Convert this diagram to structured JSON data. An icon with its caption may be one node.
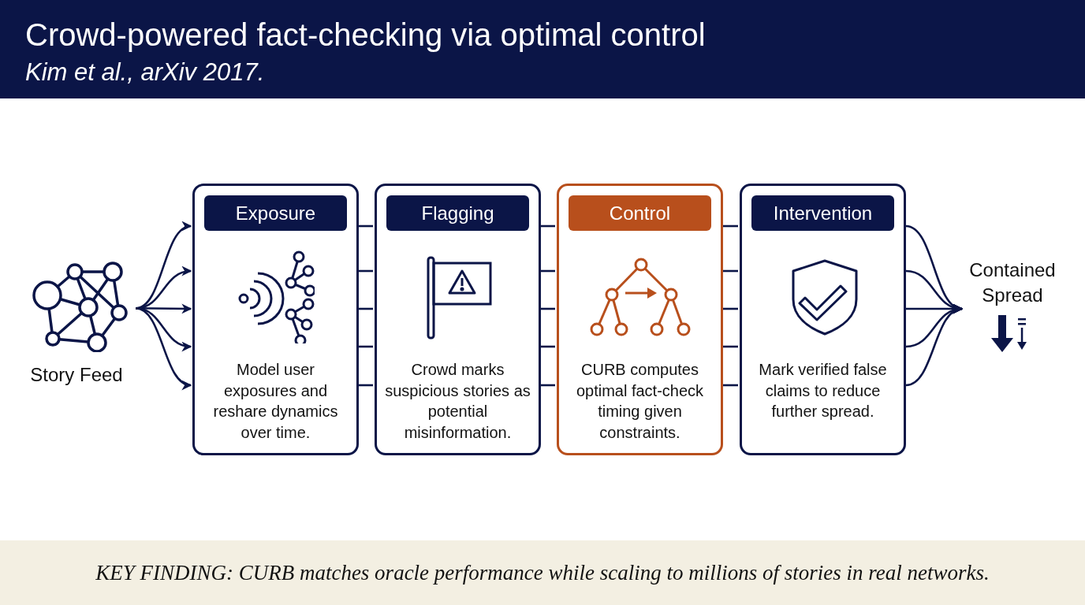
{
  "diagram": {
    "title": "Crowd-powered fact-checking via optimal control",
    "caption": "KEY FINDING: CURB matches oracle performance while scaling to millions of stories in real networks.",
    "labels": [
      "Kim et al., arXiv 2017."
    ],
    "nodes": [
      {
        "text": [
          "Story Feed"
        ]
      },
      {
        "text": [
          "Exposure",
          "Model user exposures and reshare dynamics over time."
        ]
      },
      {
        "text": [
          "Flagging",
          "Crowd marks suspicious stories as potential misinformation."
        ]
      },
      {
        "text": [
          "Control",
          "CURB computes optimal fact-check timing given constraints."
        ]
      },
      {
        "text": [
          "Intervention",
          "Mark verified false claims to reduce further spread."
        ]
      },
      {
        "text": [
          "Contained Spread"
        ]
      }
    ],
    "edges": [
      {
        "from": 0,
        "to": 1,
        "arrow": "to"
      },
      {
        "from": 0,
        "to": 1,
        "arrow": "to"
      },
      {
        "from": 0,
        "to": 1,
        "arrow": "to"
      },
      {
        "from": 0,
        "to": 1,
        "arrow": "to"
      },
      {
        "from": 0,
        "to": 1,
        "arrow": "to"
      },
      {
        "from": 1,
        "to": 2,
        "arrow": "none"
      },
      {
        "from": 1,
        "to": 2,
        "arrow": "none"
      },
      {
        "from": 1,
        "to": 2,
        "arrow": "none"
      },
      {
        "from": 1,
        "to": 2,
        "arrow": "none"
      },
      {
        "from": 1,
        "to": 2,
        "arrow": "none"
      },
      {
        "from": 2,
        "to": 3,
        "arrow": "none"
      },
      {
        "from": 2,
        "to": 3,
        "arrow": "none"
      },
      {
        "from": 2,
        "to": 3,
        "arrow": "none"
      },
      {
        "from": 2,
        "to": 3,
        "arrow": "none"
      },
      {
        "from": 2,
        "to": 3,
        "arrow": "none"
      },
      {
        "from": 3,
        "to": 4,
        "arrow": "none"
      },
      {
        "from": 3,
        "to": 4,
        "arrow": "none"
      },
      {
        "from": 3,
        "to": 4,
        "arrow": "none"
      },
      {
        "from": 3,
        "to": 4,
        "arrow": "none"
      },
      {
        "from": 3,
        "to": 4,
        "arrow": "none"
      },
      {
        "from": 4,
        "to": 5,
        "arrow": "to"
      },
      {
        "from": 4,
        "to": 5,
        "arrow": "to"
      },
      {
        "from": 4,
        "to": 5,
        "arrow": "to"
      },
      {
        "from": 4,
        "to": 5,
        "arrow": "to"
      },
      {
        "from": 4,
        "to": 5,
        "arrow": "to"
      }
    ]
  }
}
